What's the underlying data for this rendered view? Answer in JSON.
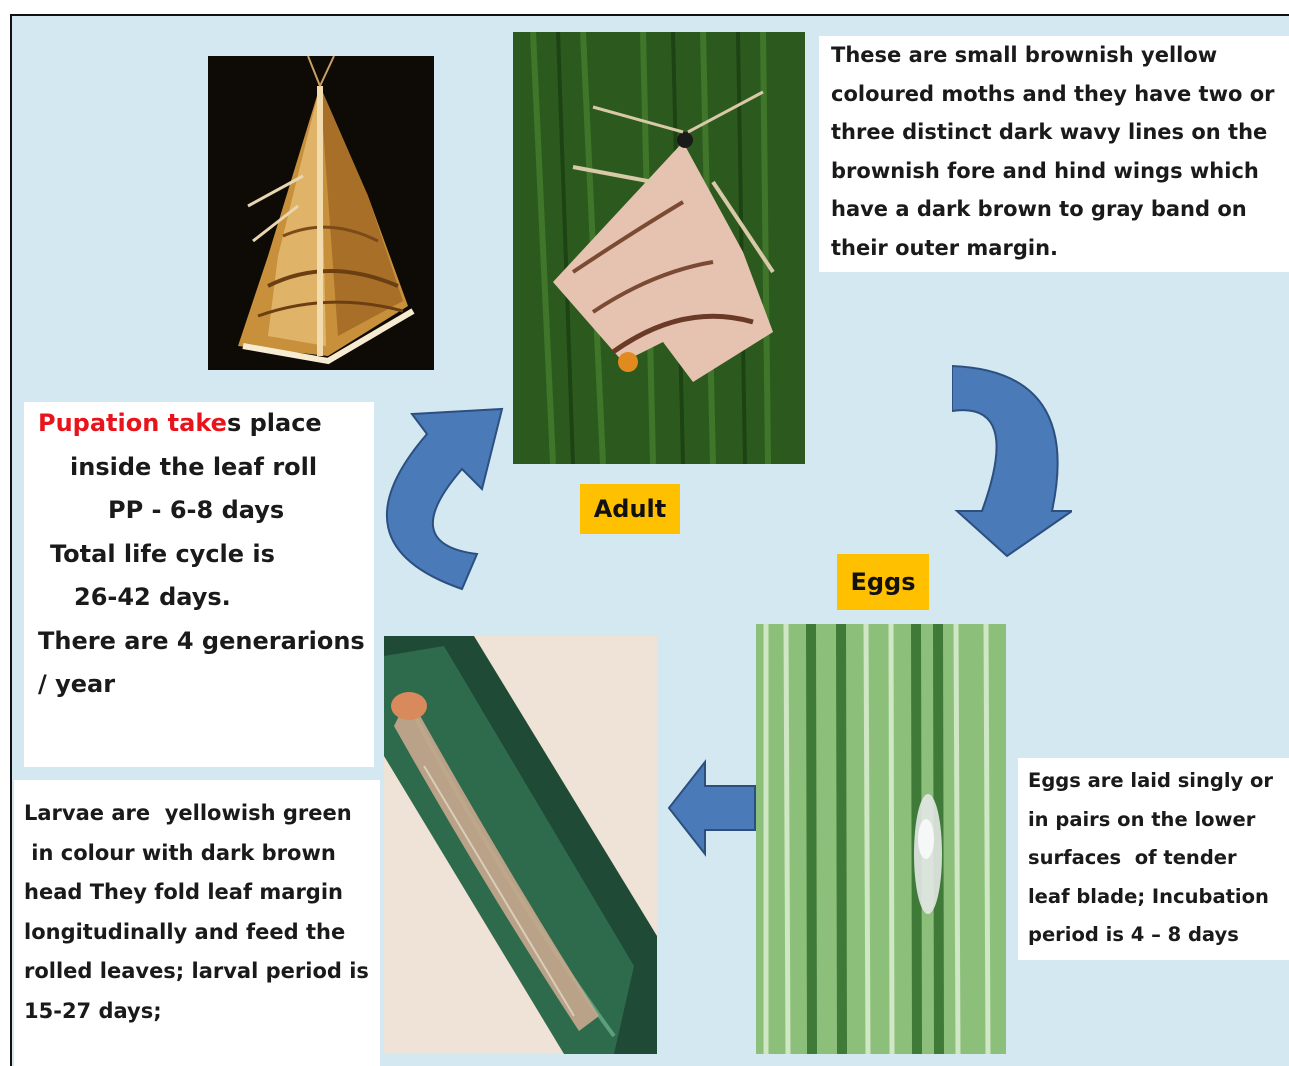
{
  "labels": {
    "adult": "Adult",
    "eggs": "Eggs"
  },
  "adult_description": {
    "lines": [
      "These are small brownish yellow",
      "coloured moths and they have two or",
      "three distinct dark wavy lines on the",
      "brownish fore and hind wings which",
      "have a dark brown to gray band on",
      "their outer margin."
    ]
  },
  "pupation": {
    "highlight": "Pupation take",
    "rest_first_line": "s place",
    "lines": [
      "inside the leaf roll",
      "PP - 6-8 days",
      "Total life cycle is",
      "26-42 days.",
      "There are 4 generarions",
      "/ year"
    ]
  },
  "larvae_description": {
    "lines": [
      "Larvae are  yellowish green",
      " in colour with dark brown",
      "head They fold leaf margin",
      "longitudinally and feed the",
      "rolled leaves; larval period is",
      "15-27 days;"
    ]
  },
  "eggs_description": {
    "lines": [
      "Eggs are laid singly or",
      "in pairs on the lower",
      "surfaces  of tender",
      "leaf blade; Incubation",
      "period is 4 – 8 days"
    ]
  },
  "colors": {
    "background": "#d3e8f0",
    "arrow_fill": "#4a7ab8",
    "arrow_stroke": "#2c4f80",
    "label_fill": "#ffc000",
    "highlight_text": "#e8141c"
  },
  "icons": {
    "cycle_arrows": "curved-arrow-icon",
    "larva_arrow": "left-arrow-icon"
  }
}
